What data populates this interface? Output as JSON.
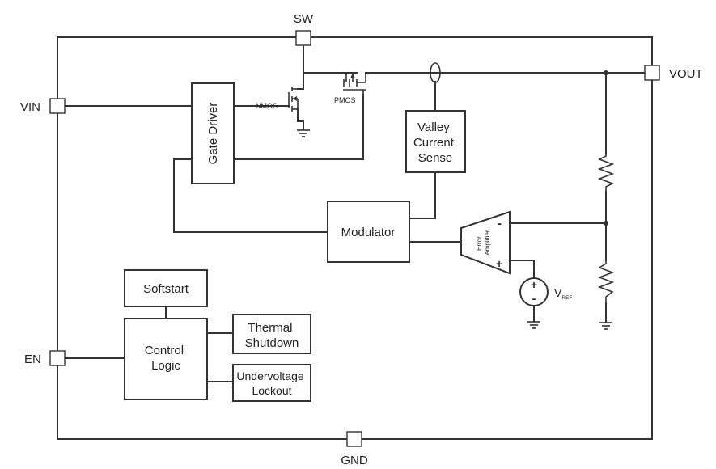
{
  "pins": {
    "sw": "SW",
    "vin": "VIN",
    "vout": "VOUT",
    "en": "EN",
    "gnd": "GND"
  },
  "blocks": {
    "gate_driver": "Gate Driver",
    "valley_current_sense": [
      "Valley",
      "Current",
      "Sense"
    ],
    "modulator": "Modulator",
    "error_amplifier": [
      "Error",
      "Amplifier"
    ],
    "softstart": "Softstart",
    "control_logic": [
      "Control",
      "Logic"
    ],
    "thermal_shutdown": [
      "Thermal",
      "Shutdown"
    ],
    "undervoltage_lockout": [
      "Undervoltage",
      "Lockout"
    ]
  },
  "transistors": {
    "nmos": "NMOS",
    "pmos": "PMOS"
  },
  "amp_signs": {
    "minus": "-",
    "plus": "+"
  },
  "vref": {
    "main": "V",
    "sub": "REF",
    "plus": "+",
    "minus": "-"
  },
  "colors": {
    "line": "#333333",
    "background": "#ffffff"
  }
}
